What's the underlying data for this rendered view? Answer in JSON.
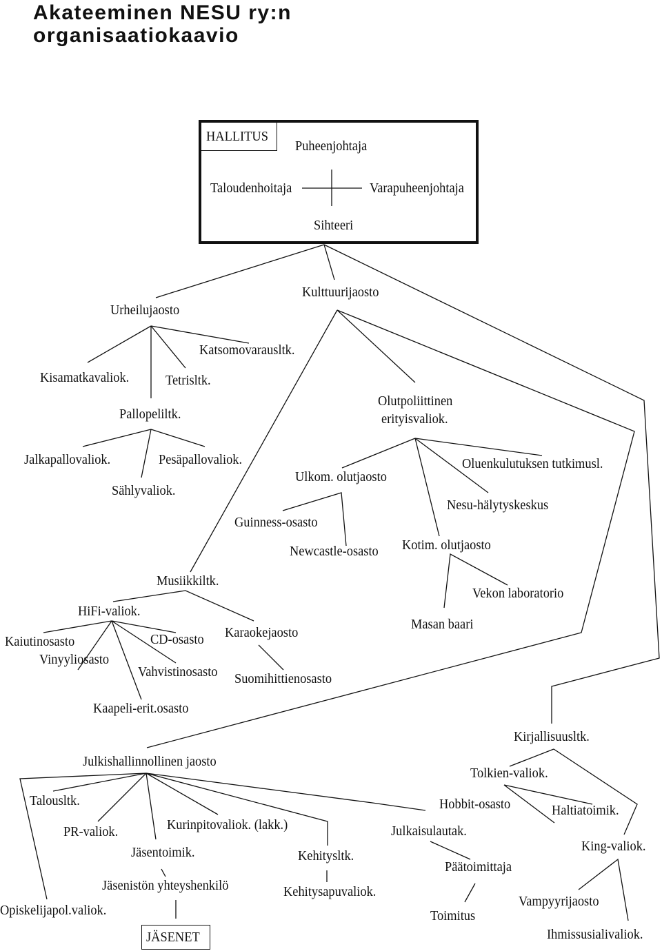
{
  "title": {
    "line1": "Akateeminen NESU ry:n",
    "line2": "organisaatiokaavio"
  },
  "nodes": {
    "hallitus": "HALLITUS",
    "puheenjohtaja": "Puheenjohtaja",
    "taloudenhoitaja": "Taloudenhoitaja",
    "varapuheenjohtaja": "Varapuheenjohtaja",
    "sihteeri": "Sihteeri",
    "kulttuurijaosto": "Kulttuurijaosto",
    "urheilujaosto": "Urheilujaosto",
    "katsomovarausltk": "Katsomovarausltk.",
    "kisamatkavaliok": "Kisamatkavaliok.",
    "tetrisltk": "Tetrisltk.",
    "pallopeliltk": "Pallopeliltk.",
    "olutpoliittinen1": "Olutpoliittinen",
    "olutpoliittinen2": "erityisvaliok.",
    "jalkapallovaliok": "Jalkapallovaliok.",
    "pesapallovaliok": "Pesäpallovaliok.",
    "oluenkulutuksen": "Oluenkulutuksen tutkimusl.",
    "ulkom": "Ulkom. olutjaosto",
    "sahlyvaliok": "Sählyvaliok.",
    "nesu": "Nesu-hälytyskeskus",
    "guinness": "Guinness-osasto",
    "newcastle": "Newcastle-osasto",
    "kotim": "Kotim. olutjaosto",
    "musiikkiltk": "Musiikkiltk.",
    "vekon": "Vekon laboratorio",
    "hifi": "HiFi-valiok.",
    "masan": "Masan baari",
    "kaiutin": "Kaiutinosasto",
    "cd": "CD-osasto",
    "karaoke": "Karaokejaosto",
    "vinyyli": "Vinyyliosasto",
    "vahvistin": "Vahvistinosasto",
    "suomihitti": "Suomihittienosasto",
    "kaapeli": "Kaapeli-erit.osasto",
    "kirjallisuus": "Kirjallisuusltk.",
    "julkis": "Julkishallinnollinen jaosto",
    "tolkien": "Tolkien-valiok.",
    "talous": "Talousltk.",
    "hobbit": "Hobbit-osasto",
    "haltia": "Haltiatoimik.",
    "kurinpito": "Kurinpitovaliok. (lakk.)",
    "pr": "PR-valiok.",
    "julkaisu": "Julkaisulautak.",
    "king": "King-valiok.",
    "jasentoimik": "Jäsentoimik.",
    "kehitys": "Kehitysltk.",
    "paatoimittaja": "Päätoimittaja",
    "jasenisto": "Jäsenistön yhteyshenkilö",
    "kehitysapu": "Kehitysapuvaliok.",
    "vampyyri": "Vampyyrijaosto",
    "opiskelija": "Opiskelijapol.valiok.",
    "toimitus": "Toimitus",
    "jasenet": "JÄSENET",
    "ihmissusi": "Ihmissusialivaliok."
  }
}
